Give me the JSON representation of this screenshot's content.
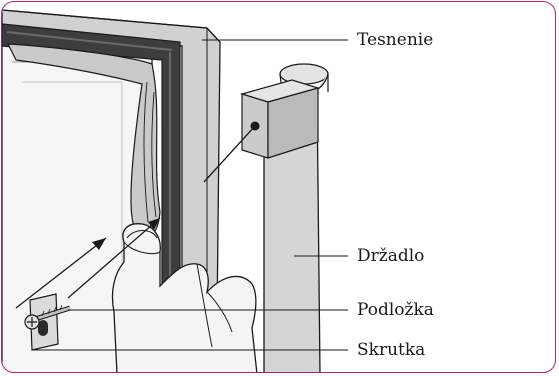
{
  "labels": {
    "gasket": "Tesnenie",
    "handle": "Držadlo",
    "washer": "Podložka",
    "screw": "Skrutka"
  },
  "colors": {
    "frame_border": "#a8286e",
    "panel_gray": "#cfd2d1",
    "dark_gasket": "#3a3a3a",
    "skin": "#f2f2f2",
    "outline": "#1a1a1a"
  }
}
